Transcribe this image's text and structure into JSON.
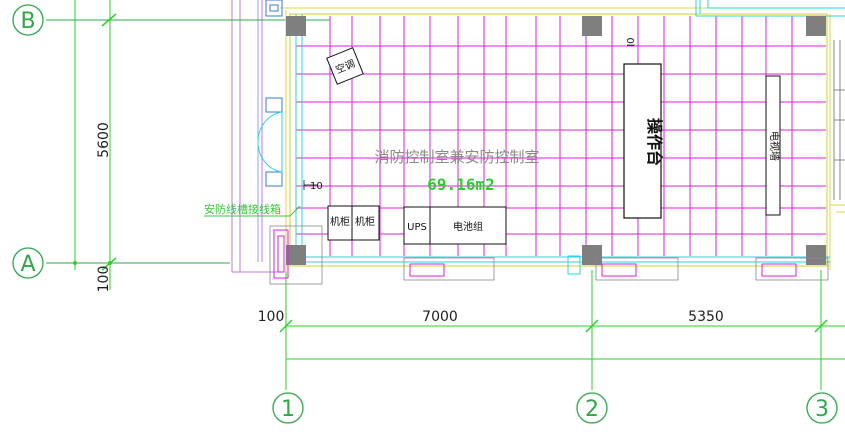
{
  "grid_axes": {
    "row_b": "B",
    "row_a": "A",
    "col_1": "1",
    "col_2": "2",
    "col_3": "3"
  },
  "dimensions": {
    "vertical_span": "5600",
    "vertical_offset": "100",
    "horizontal_offset": "100",
    "span_1_2": "7000",
    "span_2_3": "5350"
  },
  "room": {
    "name": "消防控制室兼安防控制室",
    "area": "69.16m2"
  },
  "equipment": {
    "ac": "空调",
    "cabinet_1": "机柜",
    "cabinet_2": "机柜",
    "ups": "UPS",
    "battery": "电池组",
    "console": "操作台",
    "tv_wall": "电视墙",
    "door_tag": "0l",
    "wall_tag": "10"
  },
  "annotations": {
    "cable_shaft": "安防线槽接线箱"
  },
  "colors": {
    "grid_lines": "#e21ee2",
    "axis_green": "#2fa84a",
    "dim_green": "#29d229",
    "walls": "#d8d84a",
    "cyan": "#2bd6e0",
    "column_fill": "#7f7f7f"
  }
}
